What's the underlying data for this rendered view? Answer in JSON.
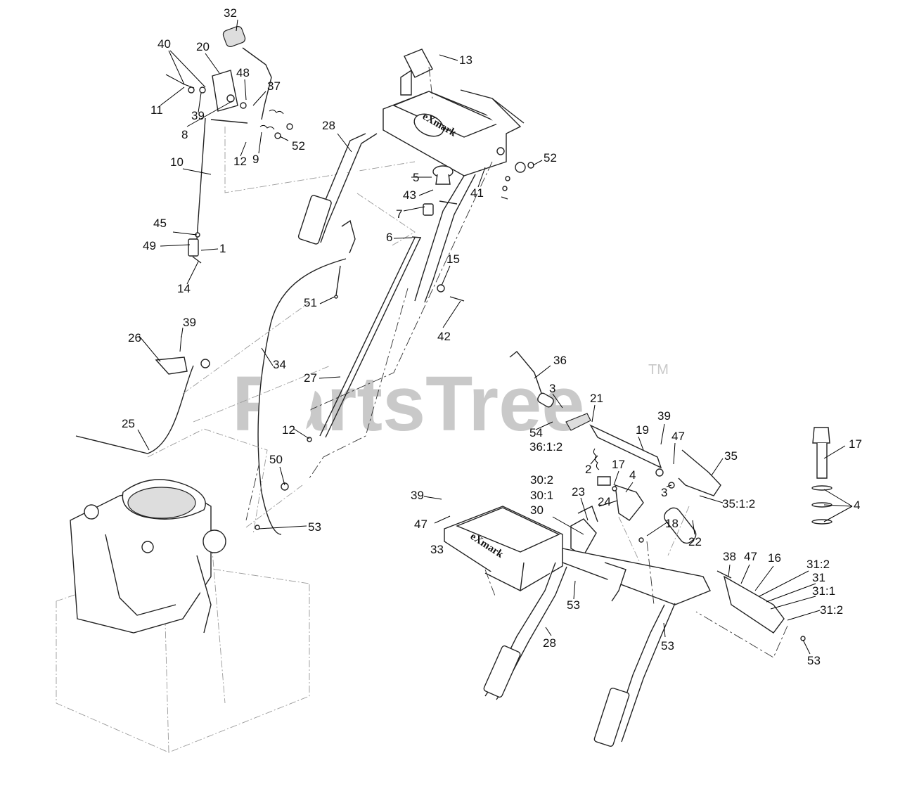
{
  "watermark": {
    "text": "PartsTree",
    "tm": "TM"
  },
  "brand_logo": "eXmark",
  "callouts": [
    "32",
    "40",
    "20",
    "48",
    "37",
    "11",
    "39",
    "8",
    "52",
    "9",
    "12",
    "10",
    "45",
    "49",
    "1",
    "14",
    "28",
    "13",
    "5",
    "43",
    "7",
    "41",
    "52",
    "6",
    "15",
    "51",
    "42",
    "39",
    "26",
    "34",
    "27",
    "25",
    "12",
    "50",
    "53",
    "36",
    "3",
    "21",
    "54",
    "36:1:2",
    "39",
    "47",
    "19",
    "2",
    "17",
    "4",
    "35",
    "3",
    "35:1:2",
    "17",
    "4",
    "30:2",
    "30:1",
    "30",
    "23",
    "24",
    "39",
    "47",
    "33",
    "18",
    "22",
    "53",
    "28",
    "53",
    "38",
    "47",
    "16",
    "31:2",
    "31",
    "31:1",
    "31:2",
    "53"
  ]
}
